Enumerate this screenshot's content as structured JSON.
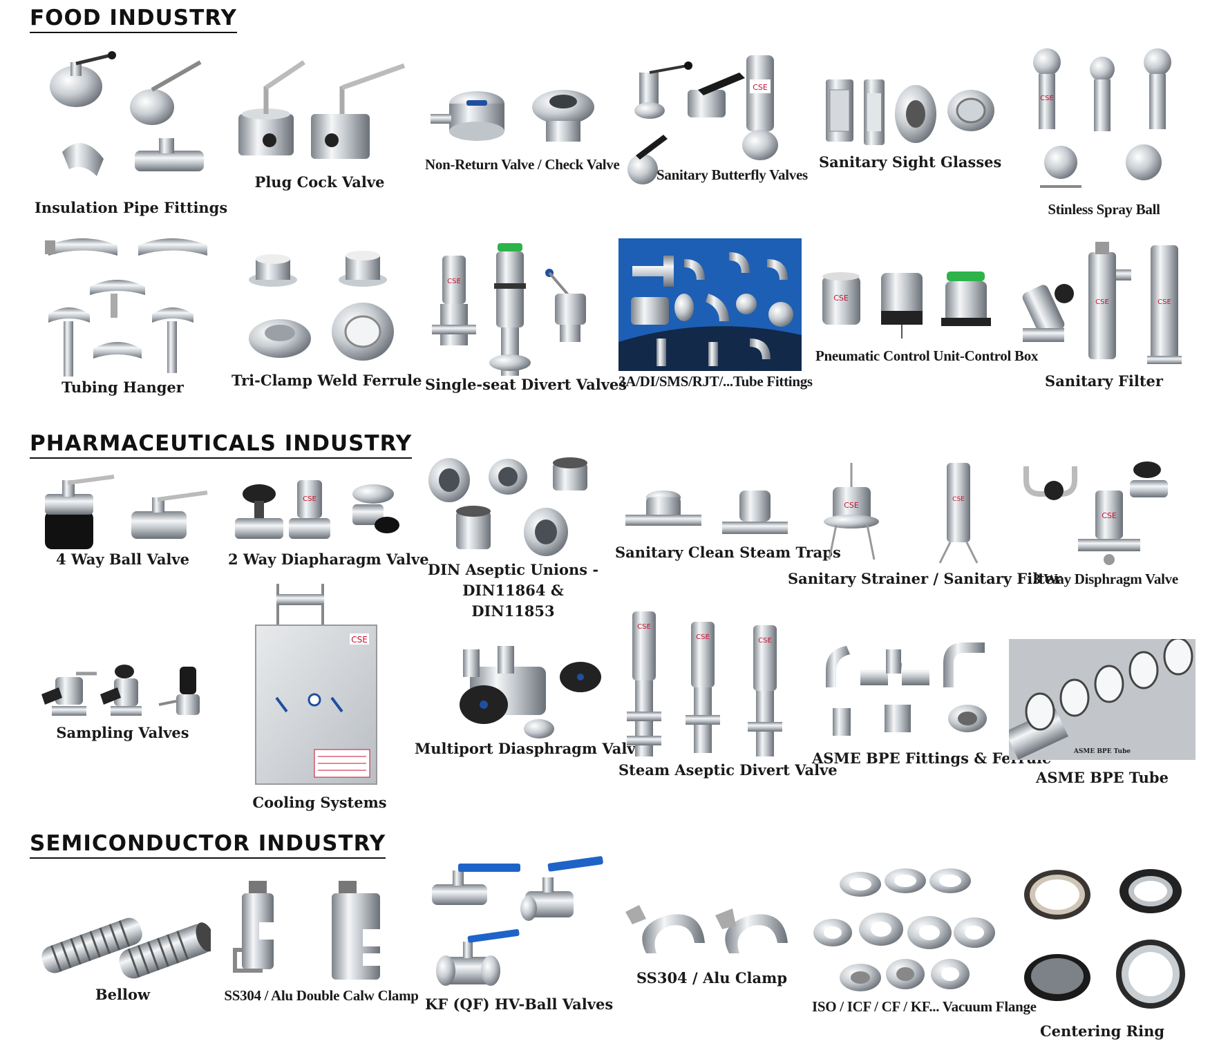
{
  "sections": {
    "food": "FOOD INDUSTRY",
    "pharma": "PHARMACEUTICALS INDUSTRY",
    "semi": "SEMICONDUCTOR INDUSTRY"
  },
  "products": {
    "insulation_pipe_fittings": "Insulation Pipe Fittings",
    "plug_cock_valve": "Plug Cock Valve",
    "non_return_valve": "Non-Return Valve / Check Valve",
    "sanitary_butterfly_valves": "Sanitary Butterfly Valves",
    "sanitary_sight_glasses": "Sanitary Sight Glasses",
    "stainless_spray_ball": "Stinless Spray Ball",
    "tubing_hanger": "Tubing Hanger",
    "tri_clamp_weld_ferrule": "Tri-Clamp Weld Ferrule",
    "single_seat_divert_valves": "Single-seat Divert Valves",
    "tube_fittings": "3A/DI/SMS/RJT/...Tube Fittings",
    "pneumatic_control_unit": "Pneumatic Control Unit-Control Box",
    "sanitary_filter": "Sanitary Filter",
    "four_way_ball_valve": "4 Way Ball Valve",
    "two_way_diaphragm_valve": "2 Way Diapharagm Valve",
    "din_aseptic_unions_line1": "DIN Aseptic Unions -",
    "din_aseptic_unions_line2": "DIN11864 & DIN11853",
    "sanitary_clean_steam_traps": "Sanitary Clean Steam Traps",
    "sanitary_strainer_filter": "Sanitary Strainer / Sanitary Filter",
    "three_way_diaphragm_valve": "3 Way Disphragm Valve",
    "sampling_valves": "Sampling Valves",
    "cooling_systems": "Cooling Systems",
    "multiport_diaphragm_valve": "Multiport Diasphragm Valve",
    "steam_aseptic_divert_valve": "Steam Aseptic Divert Valve",
    "asme_bpe_fittings": "ASME BPE Fittings & Ferrule",
    "asme_bpe_tube": "ASME BPE Tube",
    "asme_bpe_tube_overlay": "ASME BPE Tube",
    "bellow": "Bellow",
    "double_calw_clamp": "SS304 / Alu Double Calw Clamp",
    "kf_hv_ball_valves": "KF (QF) HV-Ball Valves",
    "alu_clamp": "SS304 / Alu Clamp",
    "vacuum_flange": "ISO / ICF / CF / KF... Vacuum Flange",
    "centering_ring": "Centering Ring"
  },
  "brand": {
    "logo_text": "CSE",
    "logo_color": "#c8102e",
    "accent_blue": "#1f4fa0"
  },
  "colors": {
    "steel_light": "#eef0f2",
    "steel_mid": "#b8bdc3",
    "steel_dark": "#6e747b",
    "fittings_bg": "#1d5fb4",
    "handle_black": "#1a1a1a",
    "handle_blue": "#1e63c8"
  }
}
